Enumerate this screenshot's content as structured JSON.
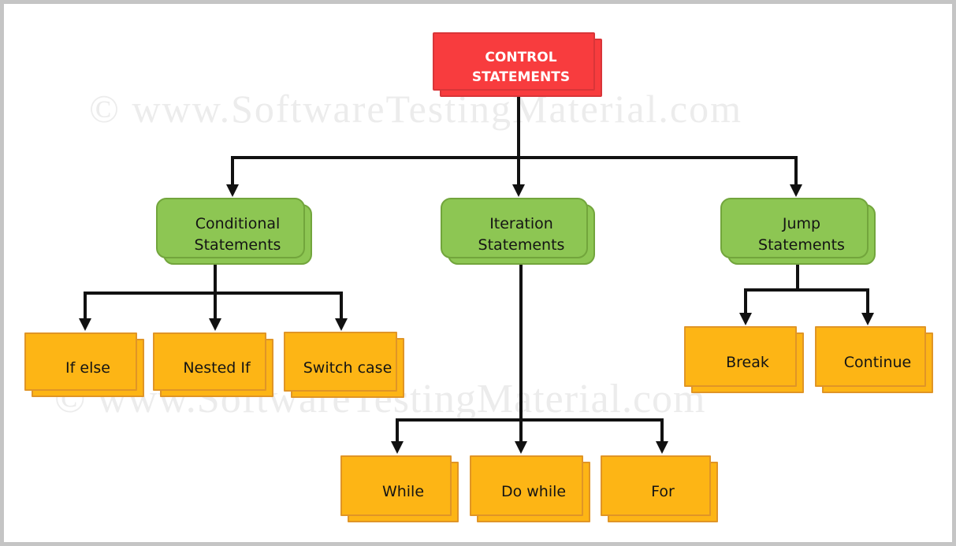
{
  "diagram_title": "CONTROL STATEMENTS",
  "watermark": {
    "text": "© www.SoftwareTestingMaterial.com"
  },
  "colors": {
    "root_fill": "#f83c3e",
    "root_border": "#d93538",
    "root_text": "#ffffff",
    "branch_fill": "#8dc653",
    "branch_border": "#72a53c",
    "leaf_fill": "#fdb515",
    "leaf_border": "#e09526",
    "connector": "#111111",
    "watermark_text": "#ececec",
    "frame_border": "#c5c5c5"
  },
  "nodes": {
    "control": {
      "label": "CONTROL\nSTATEMENTS",
      "children": [
        "conditional",
        "iteration",
        "jump"
      ]
    },
    "conditional": {
      "label": "Conditional\nStatements",
      "children": [
        "if_else",
        "nested_if",
        "switch_case"
      ]
    },
    "iteration": {
      "label": "Iteration\nStatements",
      "children": [
        "while",
        "do_while",
        "for"
      ]
    },
    "jump": {
      "label": "Jump\nStatements",
      "children": [
        "break",
        "continue"
      ]
    },
    "if_else": {
      "label": "If else"
    },
    "nested_if": {
      "label": "Nested If"
    },
    "switch_case": {
      "label": "Switch case"
    },
    "while": {
      "label": "While"
    },
    "do_while": {
      "label": "Do while"
    },
    "for": {
      "label": "For"
    },
    "break": {
      "label": "Break"
    },
    "continue": {
      "label": "Continue"
    }
  }
}
